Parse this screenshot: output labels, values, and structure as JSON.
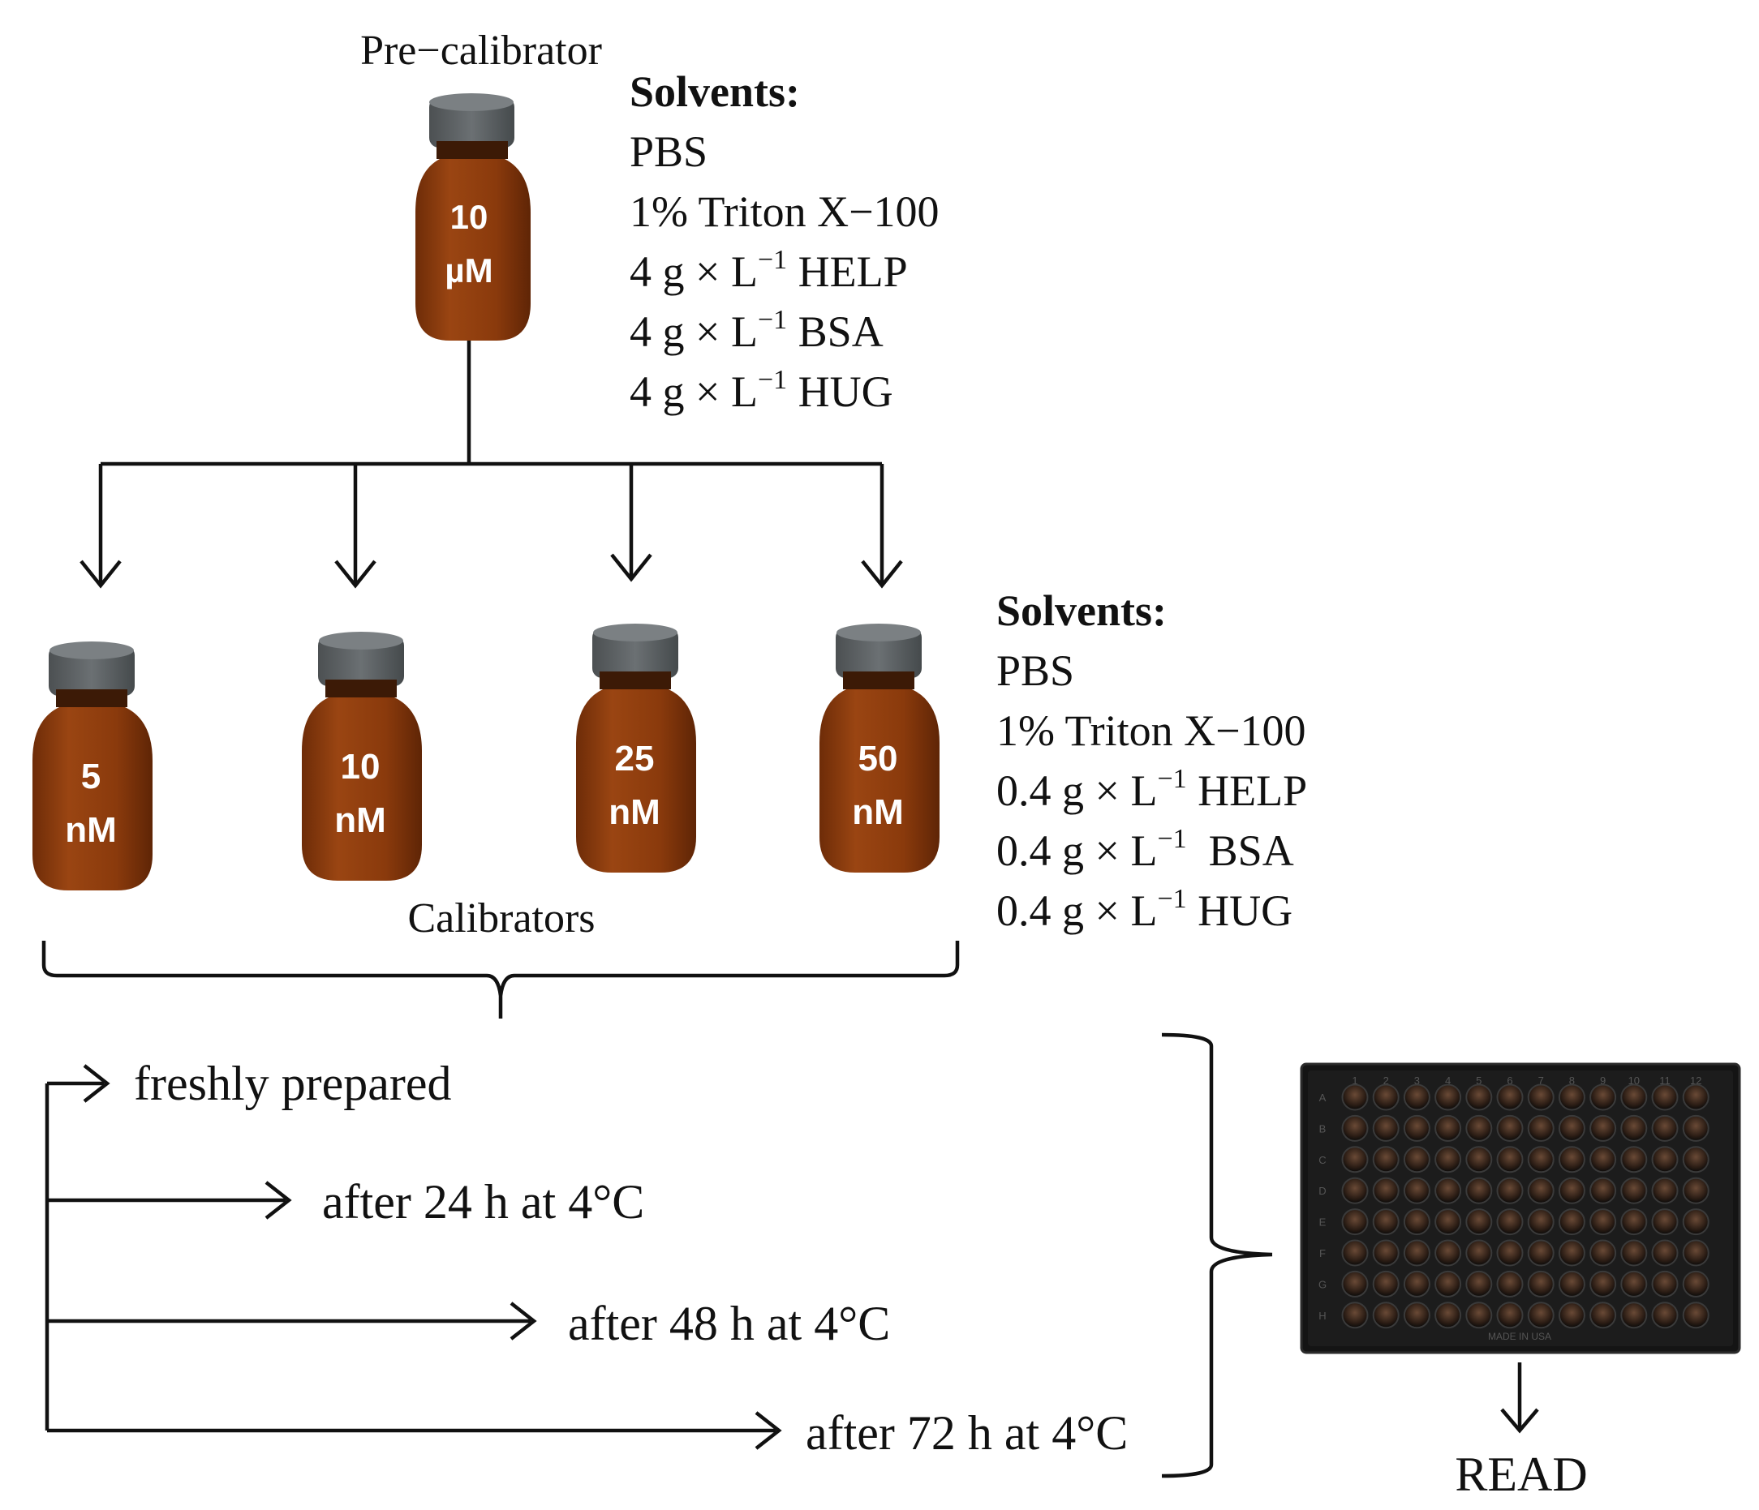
{
  "pre_calibrator": {
    "label": "Pre−calibrator",
    "bottle_value": "10",
    "bottle_unit": "µM"
  },
  "solvents_top": {
    "heading": "Solvents:",
    "lines": [
      {
        "text": "PBS"
      },
      {
        "text": "1% Triton X−100"
      },
      {
        "prefix": "4 g × L",
        "sup": "−1",
        "suffix": " HELP"
      },
      {
        "prefix": "4 g × L",
        "sup": "−1",
        "suffix": " BSA"
      },
      {
        "prefix": "4 g × L",
        "sup": "−1",
        "suffix": " HUG"
      }
    ]
  },
  "calibrators": {
    "label": "Calibrators",
    "bottles": [
      {
        "value": "5",
        "unit": "nM"
      },
      {
        "value": "10",
        "unit": "nM"
      },
      {
        "value": "25",
        "unit": "nM"
      },
      {
        "value": "50",
        "unit": "nM"
      }
    ]
  },
  "solvents_bottom": {
    "heading": "Solvents:",
    "lines": [
      {
        "text": "PBS"
      },
      {
        "text": "1% Triton X−100"
      },
      {
        "prefix": "0.4 g × L",
        "sup": "−1",
        "suffix": " HELP"
      },
      {
        "prefix": "0.4 g × L",
        "sup": "−1",
        "suffix": "  BSA"
      },
      {
        "prefix": "0.4 g × L",
        "sup": "−1",
        "suffix": " HUG"
      }
    ]
  },
  "timepoints": [
    "freshly prepared",
    "after 24 h at 4°C",
    "after 48 h at 4°C",
    "after 72  h at 4°C"
  ],
  "plate": {
    "column_labels": [
      "1",
      "2",
      "3",
      "4",
      "5",
      "6",
      "7",
      "8",
      "9",
      "10",
      "11",
      "12"
    ],
    "row_labels": [
      "A",
      "B",
      "C",
      "D",
      "E",
      "F",
      "G",
      "H"
    ],
    "footer": "MADE IN USA"
  },
  "read_label": "READ",
  "colors": {
    "bottle_body": "#8B3A0E",
    "bottle_cap": "#5c6164",
    "plate": "#161616",
    "line": "#111111"
  }
}
